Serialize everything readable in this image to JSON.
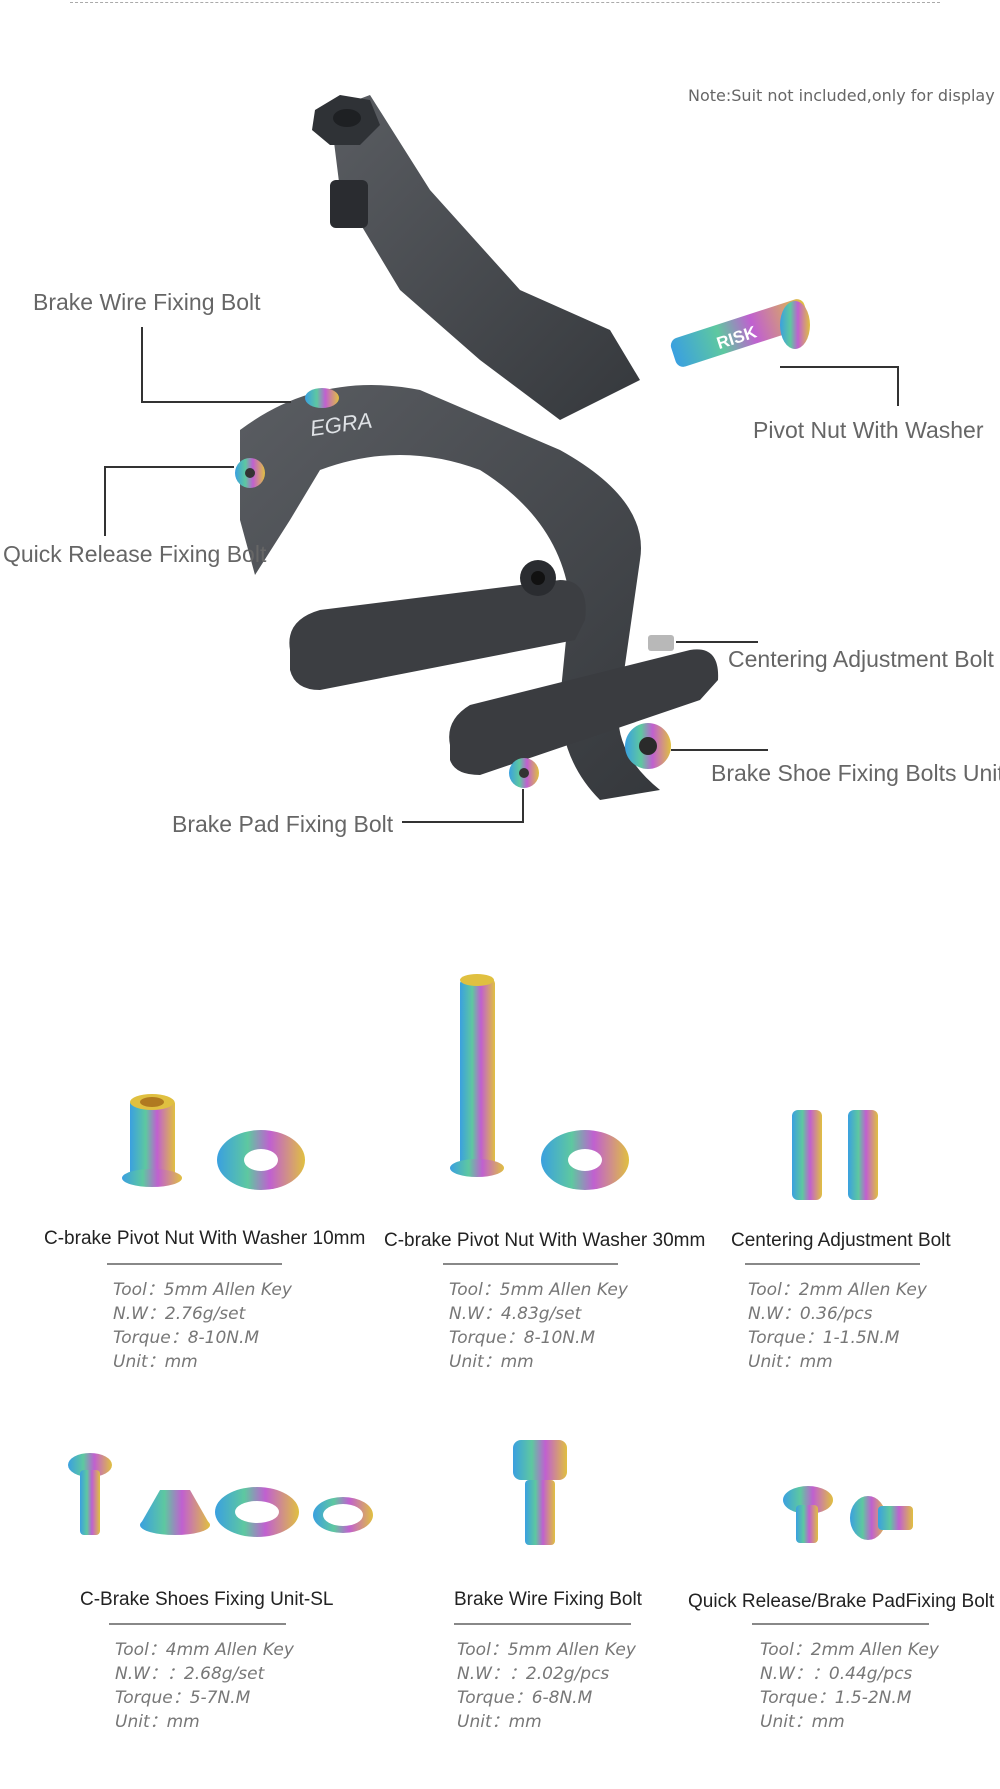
{
  "note": "Note:Suit not included,only for display",
  "callouts": {
    "brake_wire": "Brake Wire Fixing Bolt",
    "pivot_nut": "Pivot Nut With Washer",
    "quick_release": "Quick Release Fixing Bolt",
    "centering": "Centering Adjustment Bolt",
    "brake_shoe": "Brake Shoe Fixing Bolts Unit",
    "brake_pad": "Brake Pad Fixing Bolt"
  },
  "caliper_logo": "EGRA",
  "brand_mark": "RISK",
  "colors": {
    "caliper": "#4a4d52",
    "titanium_a": "#3aa0e0",
    "titanium_b": "#c060d0",
    "titanium_c": "#e0c040"
  },
  "products": [
    {
      "title": "C-brake Pivot Nut With Washer 10mm",
      "specs": [
        "Tool：5mm Allen Key",
        "N.W：2.76g/set",
        "Torque：8-10N.M",
        "Unit：mm"
      ]
    },
    {
      "title": "C-brake Pivot Nut With Washer 30mm",
      "specs": [
        "Tool：5mm Allen Key",
        "N.W：4.83g/set",
        "Torque：8-10N.M",
        "Unit：mm"
      ]
    },
    {
      "title": "Centering Adjustment Bolt",
      "specs": [
        "Tool：2mm Allen Key",
        "N.W：0.36/pcs",
        "Torque：1-1.5N.M",
        "Unit：mm"
      ]
    },
    {
      "title": "C-Brake Shoes Fixing Unit-SL",
      "specs": [
        "Tool：4mm Allen Key",
        "N.W：：2.68g/set",
        "Torque：5-7N.M",
        "Unit：mm"
      ]
    },
    {
      "title": "Brake Wire Fixing Bolt",
      "specs": [
        "Tool：5mm Allen Key",
        "N.W：：2.02g/pcs",
        "Torque：6-8N.M",
        "Unit：mm"
      ]
    },
    {
      "title": "Quick Release/Brake PadFixing Bolt",
      "specs": [
        "Tool：2mm Allen Key",
        "N.W：：0.44g/pcs",
        "Torque：1.5-2N.M",
        "Unit：mm"
      ]
    }
  ]
}
